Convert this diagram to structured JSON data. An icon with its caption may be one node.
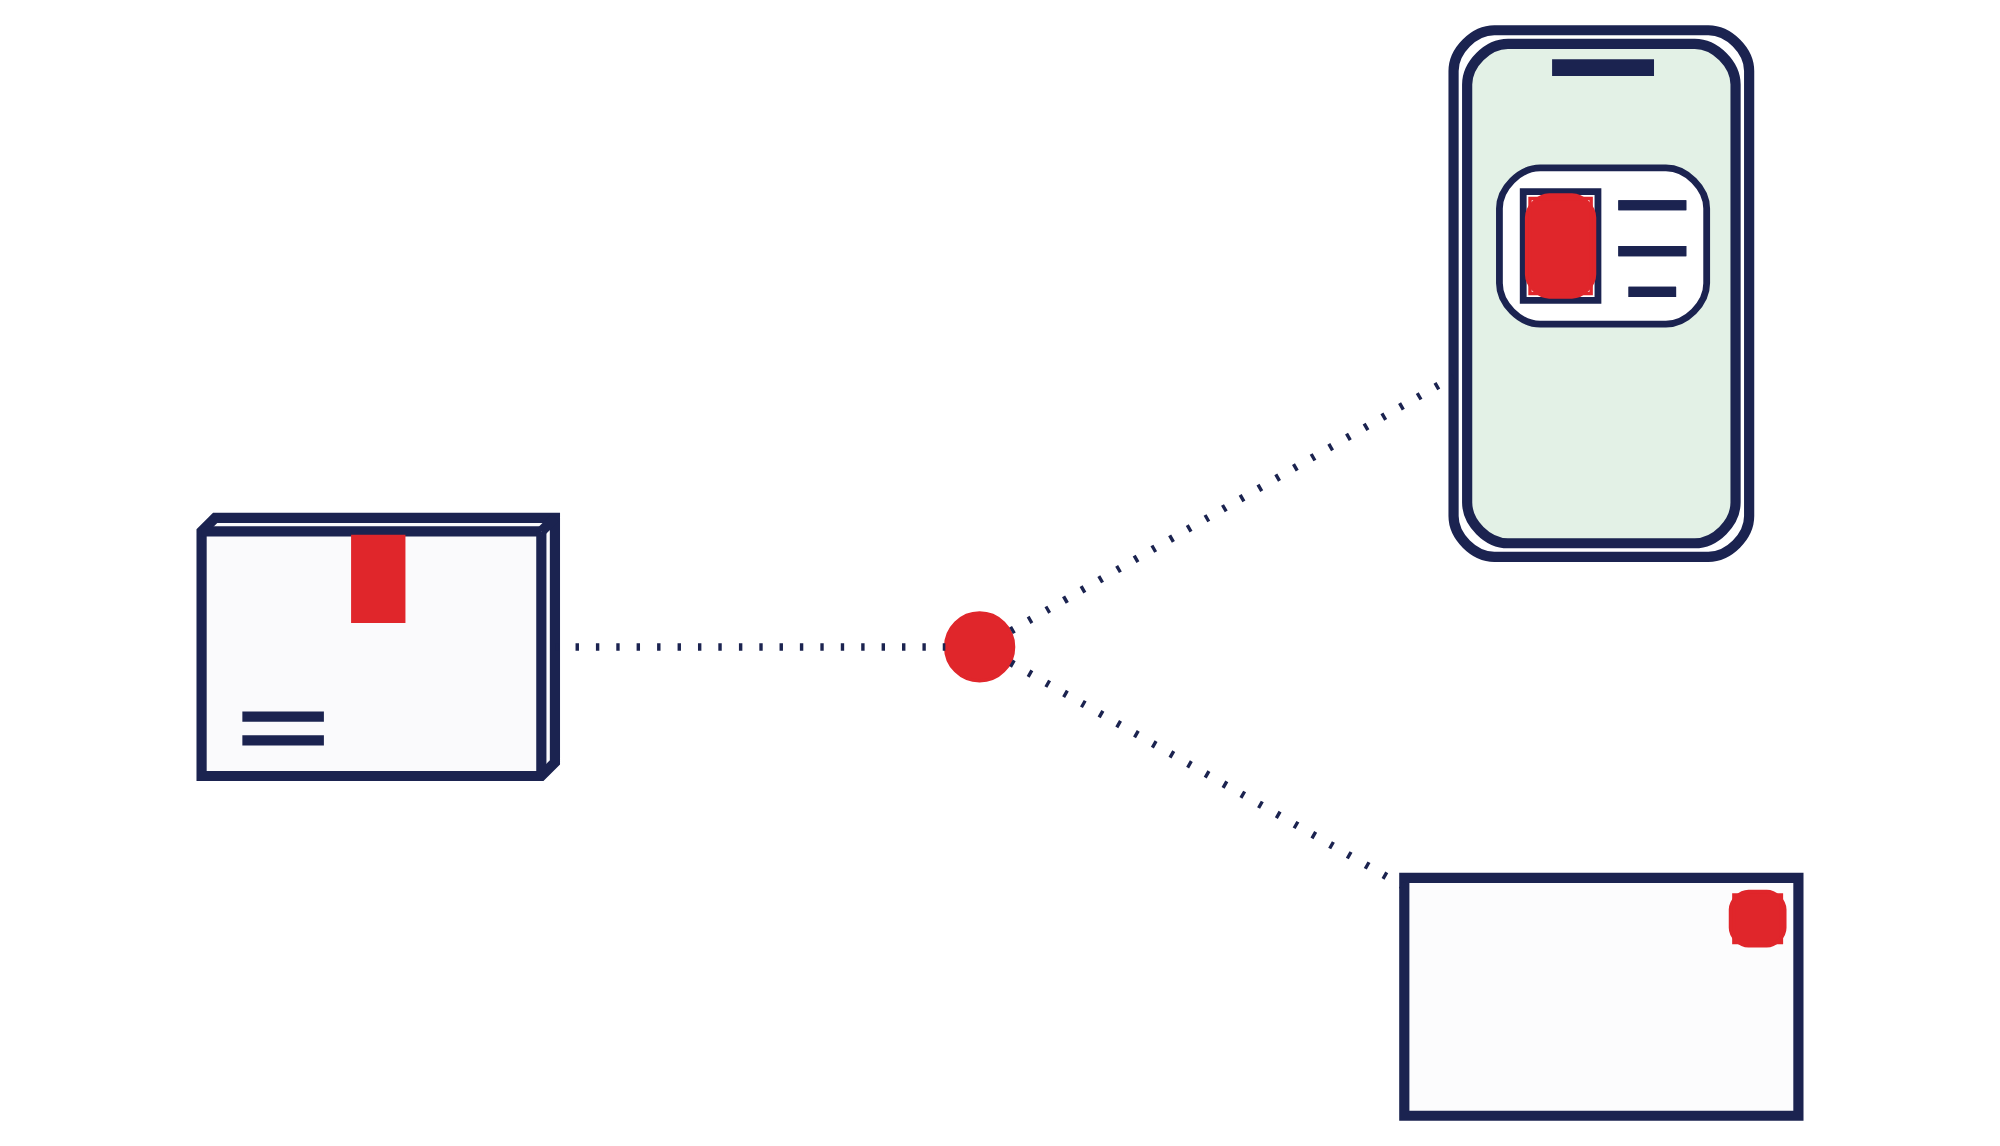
{
  "diagram": {
    "nodes": [
      {
        "text": [],
        "shape": "picture"
      },
      {
        "text": [],
        "shape": "circle"
      },
      {
        "text": [],
        "shape": "picture"
      },
      {
        "text": [],
        "shape": "picture"
      }
    ],
    "edges": [
      {
        "from": 0,
        "to": 1,
        "arrow": "none",
        "style": "dashed"
      },
      {
        "from": 1,
        "to": 2,
        "arrow": "none",
        "style": "dashed"
      },
      {
        "from": 1,
        "to": 3,
        "arrow": "none",
        "style": "dashed"
      }
    ]
  }
}
